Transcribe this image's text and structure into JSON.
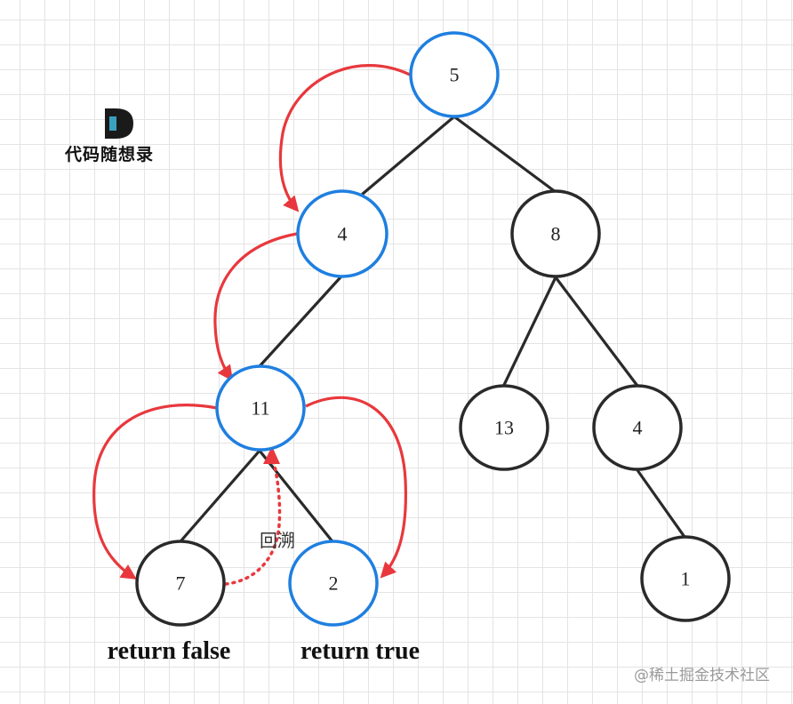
{
  "brand": {
    "text": "代码随想录"
  },
  "colors": {
    "visited": "#1f7fe0",
    "unvisited": "#2a2a2a",
    "flow": "#e8383d",
    "logo_dark": "#1a1a1a",
    "logo_teal": "#3aa0c0"
  },
  "nodes": [
    {
      "id": "n5",
      "label": "5",
      "visited": true
    },
    {
      "id": "n4a",
      "label": "4",
      "visited": true
    },
    {
      "id": "n8",
      "label": "8",
      "visited": false
    },
    {
      "id": "n11",
      "label": "11",
      "visited": true
    },
    {
      "id": "n13",
      "label": "13",
      "visited": false
    },
    {
      "id": "n4b",
      "label": "4",
      "visited": false
    },
    {
      "id": "n7",
      "label": "7",
      "visited": false
    },
    {
      "id": "n2",
      "label": "2",
      "visited": true
    },
    {
      "id": "n1",
      "label": "1",
      "visited": false
    }
  ],
  "edges": [
    [
      "n5",
      "n4a"
    ],
    [
      "n5",
      "n8"
    ],
    [
      "n4a",
      "n11"
    ],
    [
      "n8",
      "n13"
    ],
    [
      "n8",
      "n4b"
    ],
    [
      "n11",
      "n7"
    ],
    [
      "n11",
      "n2"
    ],
    [
      "n4b",
      "n1"
    ]
  ],
  "annotations": {
    "backtrack": "回溯",
    "return_false": "return false",
    "return_true": "return true"
  },
  "watermark": "@稀土掘金技术社区"
}
